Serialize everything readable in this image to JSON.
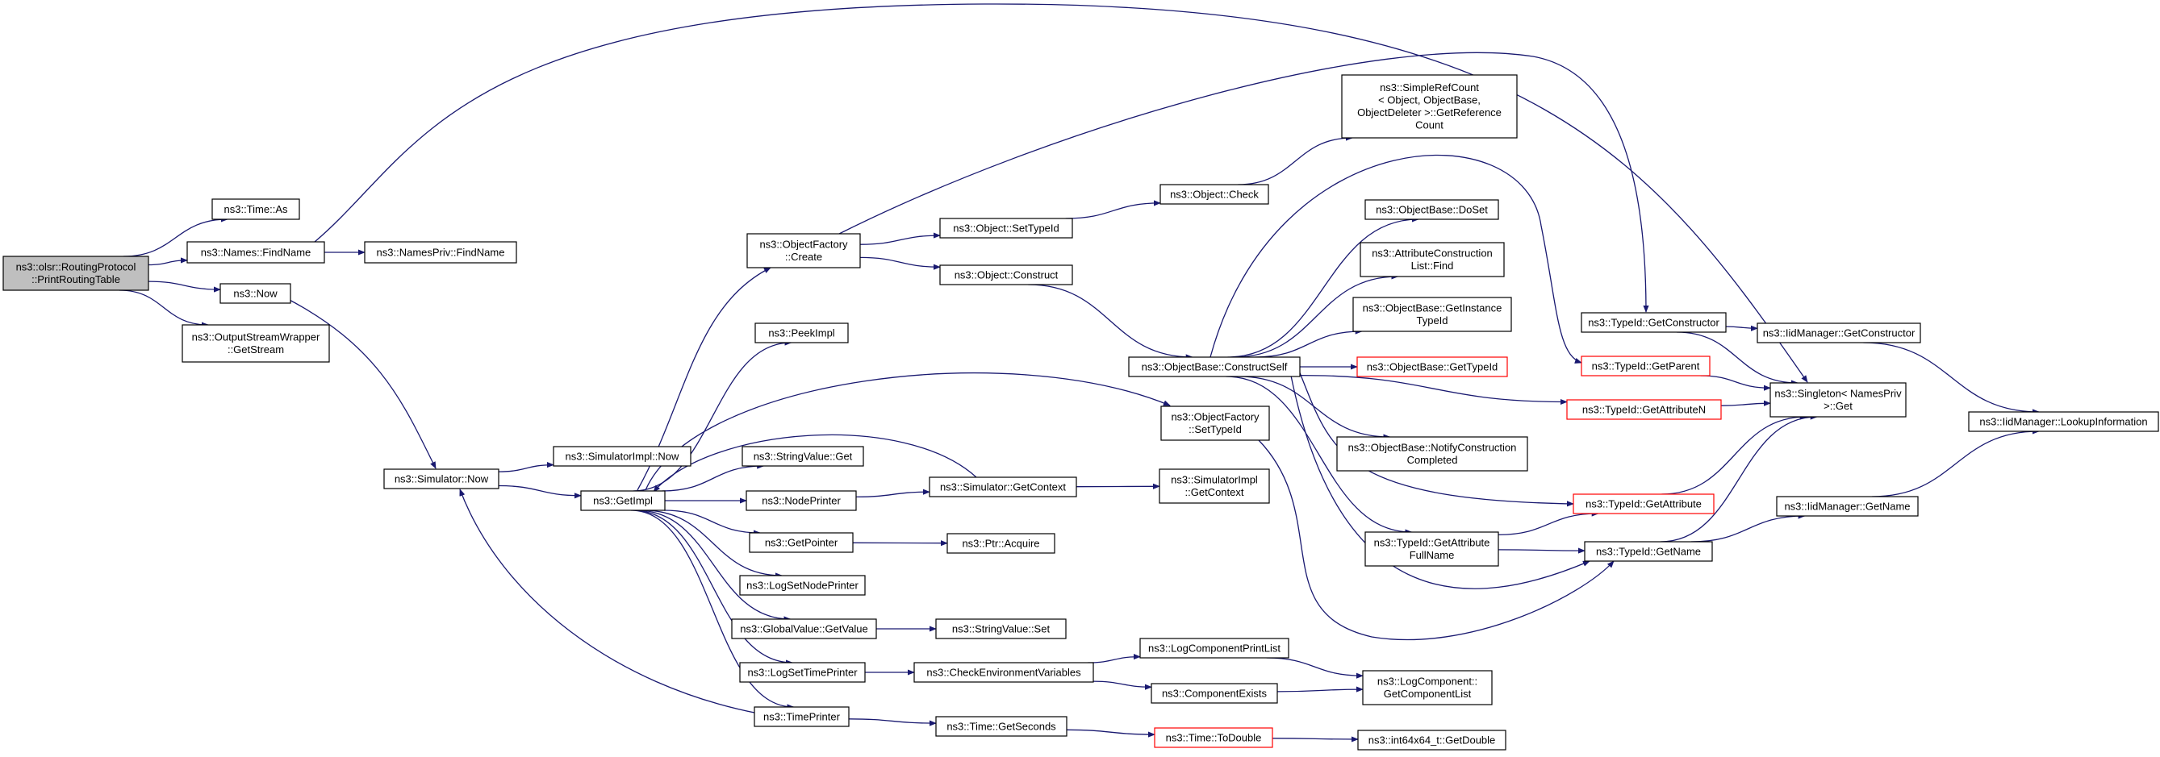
{
  "colors": {
    "edge": "#191970",
    "node_border": "#000000",
    "node_border_incomplete": "#ff0000",
    "root_fill": "#bfbfbf",
    "background": "#ffffff"
  },
  "nodes": [
    {
      "id": "root",
      "lines": [
        "ns3::olsr::RoutingProtocol",
        "::PrintRoutingTable"
      ],
      "style": "root"
    },
    {
      "id": "time_as",
      "lines": [
        "ns3::Time::As"
      ]
    },
    {
      "id": "names_findname",
      "lines": [
        "ns3::Names::FindName"
      ]
    },
    {
      "id": "namespriv_findname",
      "lines": [
        "ns3::NamesPriv::FindName"
      ]
    },
    {
      "id": "now",
      "lines": [
        "ns3::Now"
      ]
    },
    {
      "id": "osw_getstream",
      "lines": [
        "ns3::OutputStreamWrapper",
        "::GetStream"
      ]
    },
    {
      "id": "simulator_now",
      "lines": [
        "ns3::Simulator::Now"
      ]
    },
    {
      "id": "simimpl_now",
      "lines": [
        "ns3::SimulatorImpl::Now"
      ]
    },
    {
      "id": "getimpl",
      "lines": [
        "ns3::GetImpl"
      ]
    },
    {
      "id": "objfactory_create",
      "lines": [
        "ns3::ObjectFactory",
        "::Create"
      ]
    },
    {
      "id": "peekimpl",
      "lines": [
        "ns3::PeekImpl"
      ]
    },
    {
      "id": "stringvalue_get",
      "lines": [
        "ns3::StringValue::Get"
      ]
    },
    {
      "id": "nodeprinter",
      "lines": [
        "ns3::NodePrinter"
      ]
    },
    {
      "id": "getpointer",
      "lines": [
        "ns3::GetPointer"
      ]
    },
    {
      "id": "logsetnodeprinter",
      "lines": [
        "ns3::LogSetNodePrinter"
      ]
    },
    {
      "id": "globalvalue_getvalue",
      "lines": [
        "ns3::GlobalValue::GetValue"
      ]
    },
    {
      "id": "logsettimeprinter",
      "lines": [
        "ns3::LogSetTimePrinter"
      ]
    },
    {
      "id": "timeprinter",
      "lines": [
        "ns3::TimePrinter"
      ]
    },
    {
      "id": "object_settypeid",
      "lines": [
        "ns3::Object::SetTypeId"
      ]
    },
    {
      "id": "object_construct",
      "lines": [
        "ns3::Object::Construct"
      ]
    },
    {
      "id": "simulator_getcontext",
      "lines": [
        "ns3::Simulator::GetContext"
      ]
    },
    {
      "id": "ptr_acquire",
      "lines": [
        "ns3::Ptr::Acquire"
      ]
    },
    {
      "id": "stringvalue_set",
      "lines": [
        "ns3::StringValue::Set"
      ]
    },
    {
      "id": "checkenv",
      "lines": [
        "ns3::CheckEnvironmentVariables"
      ]
    },
    {
      "id": "time_getseconds",
      "lines": [
        "ns3::Time::GetSeconds"
      ]
    },
    {
      "id": "object_check",
      "lines": [
        "ns3::Object::Check"
      ]
    },
    {
      "id": "simplerefcount",
      "lines": [
        "ns3::SimpleRefCount",
        "< Object, ObjectBase,",
        "ObjectDeleter >::GetReference",
        "Count"
      ]
    },
    {
      "id": "objbase_constructself",
      "lines": [
        "ns3::ObjectBase::ConstructSelf"
      ]
    },
    {
      "id": "objfactory_settypeid",
      "lines": [
        "ns3::ObjectFactory",
        "::SetTypeId"
      ]
    },
    {
      "id": "simimpl_getcontext",
      "lines": [
        "ns3::SimulatorImpl",
        "::GetContext"
      ]
    },
    {
      "id": "logcomponentprintlist",
      "lines": [
        "ns3::LogComponentPrintList"
      ]
    },
    {
      "id": "componentexists",
      "lines": [
        "ns3::ComponentExists"
      ]
    },
    {
      "id": "time_todouble",
      "lines": [
        "ns3::Time::ToDouble"
      ],
      "style": "red"
    },
    {
      "id": "objbase_doset",
      "lines": [
        "ns3::ObjectBase::DoSet"
      ]
    },
    {
      "id": "attrconstructionlist_find",
      "lines": [
        "ns3::AttributeConstruction",
        "List::Find"
      ]
    },
    {
      "id": "objbase_getinstancetypeid",
      "lines": [
        "ns3::ObjectBase::GetInstance",
        "TypeId"
      ]
    },
    {
      "id": "objbase_gettypeid",
      "lines": [
        "ns3::ObjectBase::GetTypeId"
      ],
      "style": "red"
    },
    {
      "id": "objbase_notifyconstruction",
      "lines": [
        "ns3::ObjectBase::NotifyConstruction",
        "Completed"
      ]
    },
    {
      "id": "typeid_getattributefullname",
      "lines": [
        "ns3::TypeId::GetAttribute",
        "FullName"
      ]
    },
    {
      "id": "logcomponent_getcomponentlist",
      "lines": [
        "ns3::LogComponent::",
        "GetComponentList"
      ]
    },
    {
      "id": "int64x64_getdouble",
      "lines": [
        "ns3::int64x64_t::GetDouble"
      ]
    },
    {
      "id": "typeid_getconstructor",
      "lines": [
        "ns3::TypeId::GetConstructor"
      ]
    },
    {
      "id": "typeid_getparent",
      "lines": [
        "ns3::TypeId::GetParent"
      ],
      "style": "red"
    },
    {
      "id": "typeid_getattributen",
      "lines": [
        "ns3::TypeId::GetAttributeN"
      ],
      "style": "red"
    },
    {
      "id": "typeid_getattribute",
      "lines": [
        "ns3::TypeId::GetAttribute"
      ],
      "style": "red"
    },
    {
      "id": "typeid_getname",
      "lines": [
        "ns3::TypeId::GetName"
      ]
    },
    {
      "id": "iidmanager_getconstructor",
      "lines": [
        "ns3::IidManager::GetConstructor"
      ]
    },
    {
      "id": "singleton_get",
      "lines": [
        "ns3::Singleton< NamesPriv",
        " >::Get"
      ]
    },
    {
      "id": "iidmanager_getname",
      "lines": [
        "ns3::IidManager::GetName"
      ]
    },
    {
      "id": "iidmanager_lookupinformation",
      "lines": [
        "ns3::IidManager::LookupInformation"
      ]
    }
  ]
}
